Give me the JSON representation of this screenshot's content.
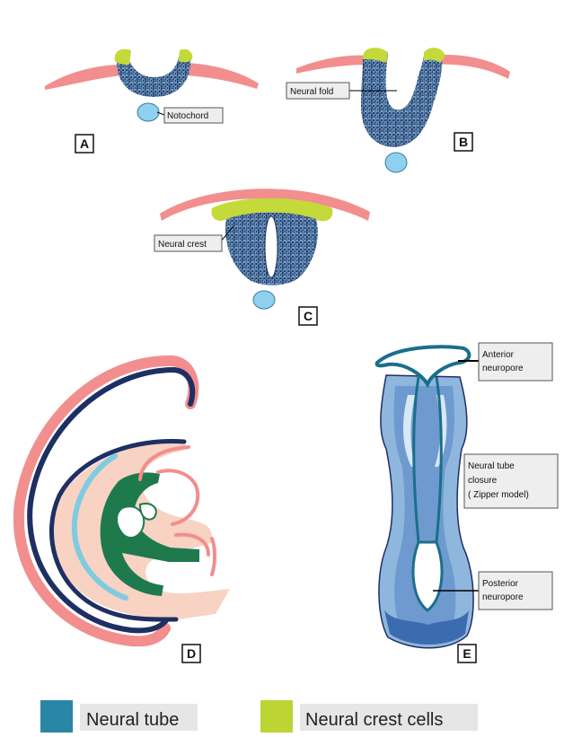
{
  "panels": {
    "a": {
      "letter": "A"
    },
    "b": {
      "letter": "B"
    },
    "c": {
      "letter": "C"
    },
    "d": {
      "letter": "D"
    },
    "e": {
      "letter": "E"
    }
  },
  "callouts": {
    "notochord": "Notochord",
    "neural_fold": "Neural fold",
    "neural_crest": "Neural crest",
    "anterior_neuropore": [
      "Anterior",
      "neuropore"
    ],
    "neural_tube_closure": [
      "Neural tube",
      "closure",
      "( Zipper model)"
    ],
    "posterior_neuropore": [
      "Posterior",
      "neuropore"
    ]
  },
  "legend": {
    "neural_tube": {
      "label": "Neural tube",
      "color": "#2a86a6"
    },
    "neural_crest_cells": {
      "label": "Neural crest cells",
      "color": "#bcd535"
    }
  },
  "colors": {
    "ectoderm": "#f28e8e",
    "neural_tube_fill": "#1e2f63",
    "cell_pattern": "#8fc9e6",
    "neural_crest": "#c4d93a",
    "notochord": "#8fd0ee",
    "embryo_outline": "#f28e8e",
    "embryo_blue": "#1e2f63",
    "mesoderm": "#f8d2c3",
    "gut_green": "#1e7a4d",
    "light_blue": "#7fcbe2",
    "tube_light": "#8fb6dd",
    "tube_mid": "#5f8fcb",
    "tube_dark": "#3c6cb0",
    "tube_outline": "#1a6f8a"
  }
}
